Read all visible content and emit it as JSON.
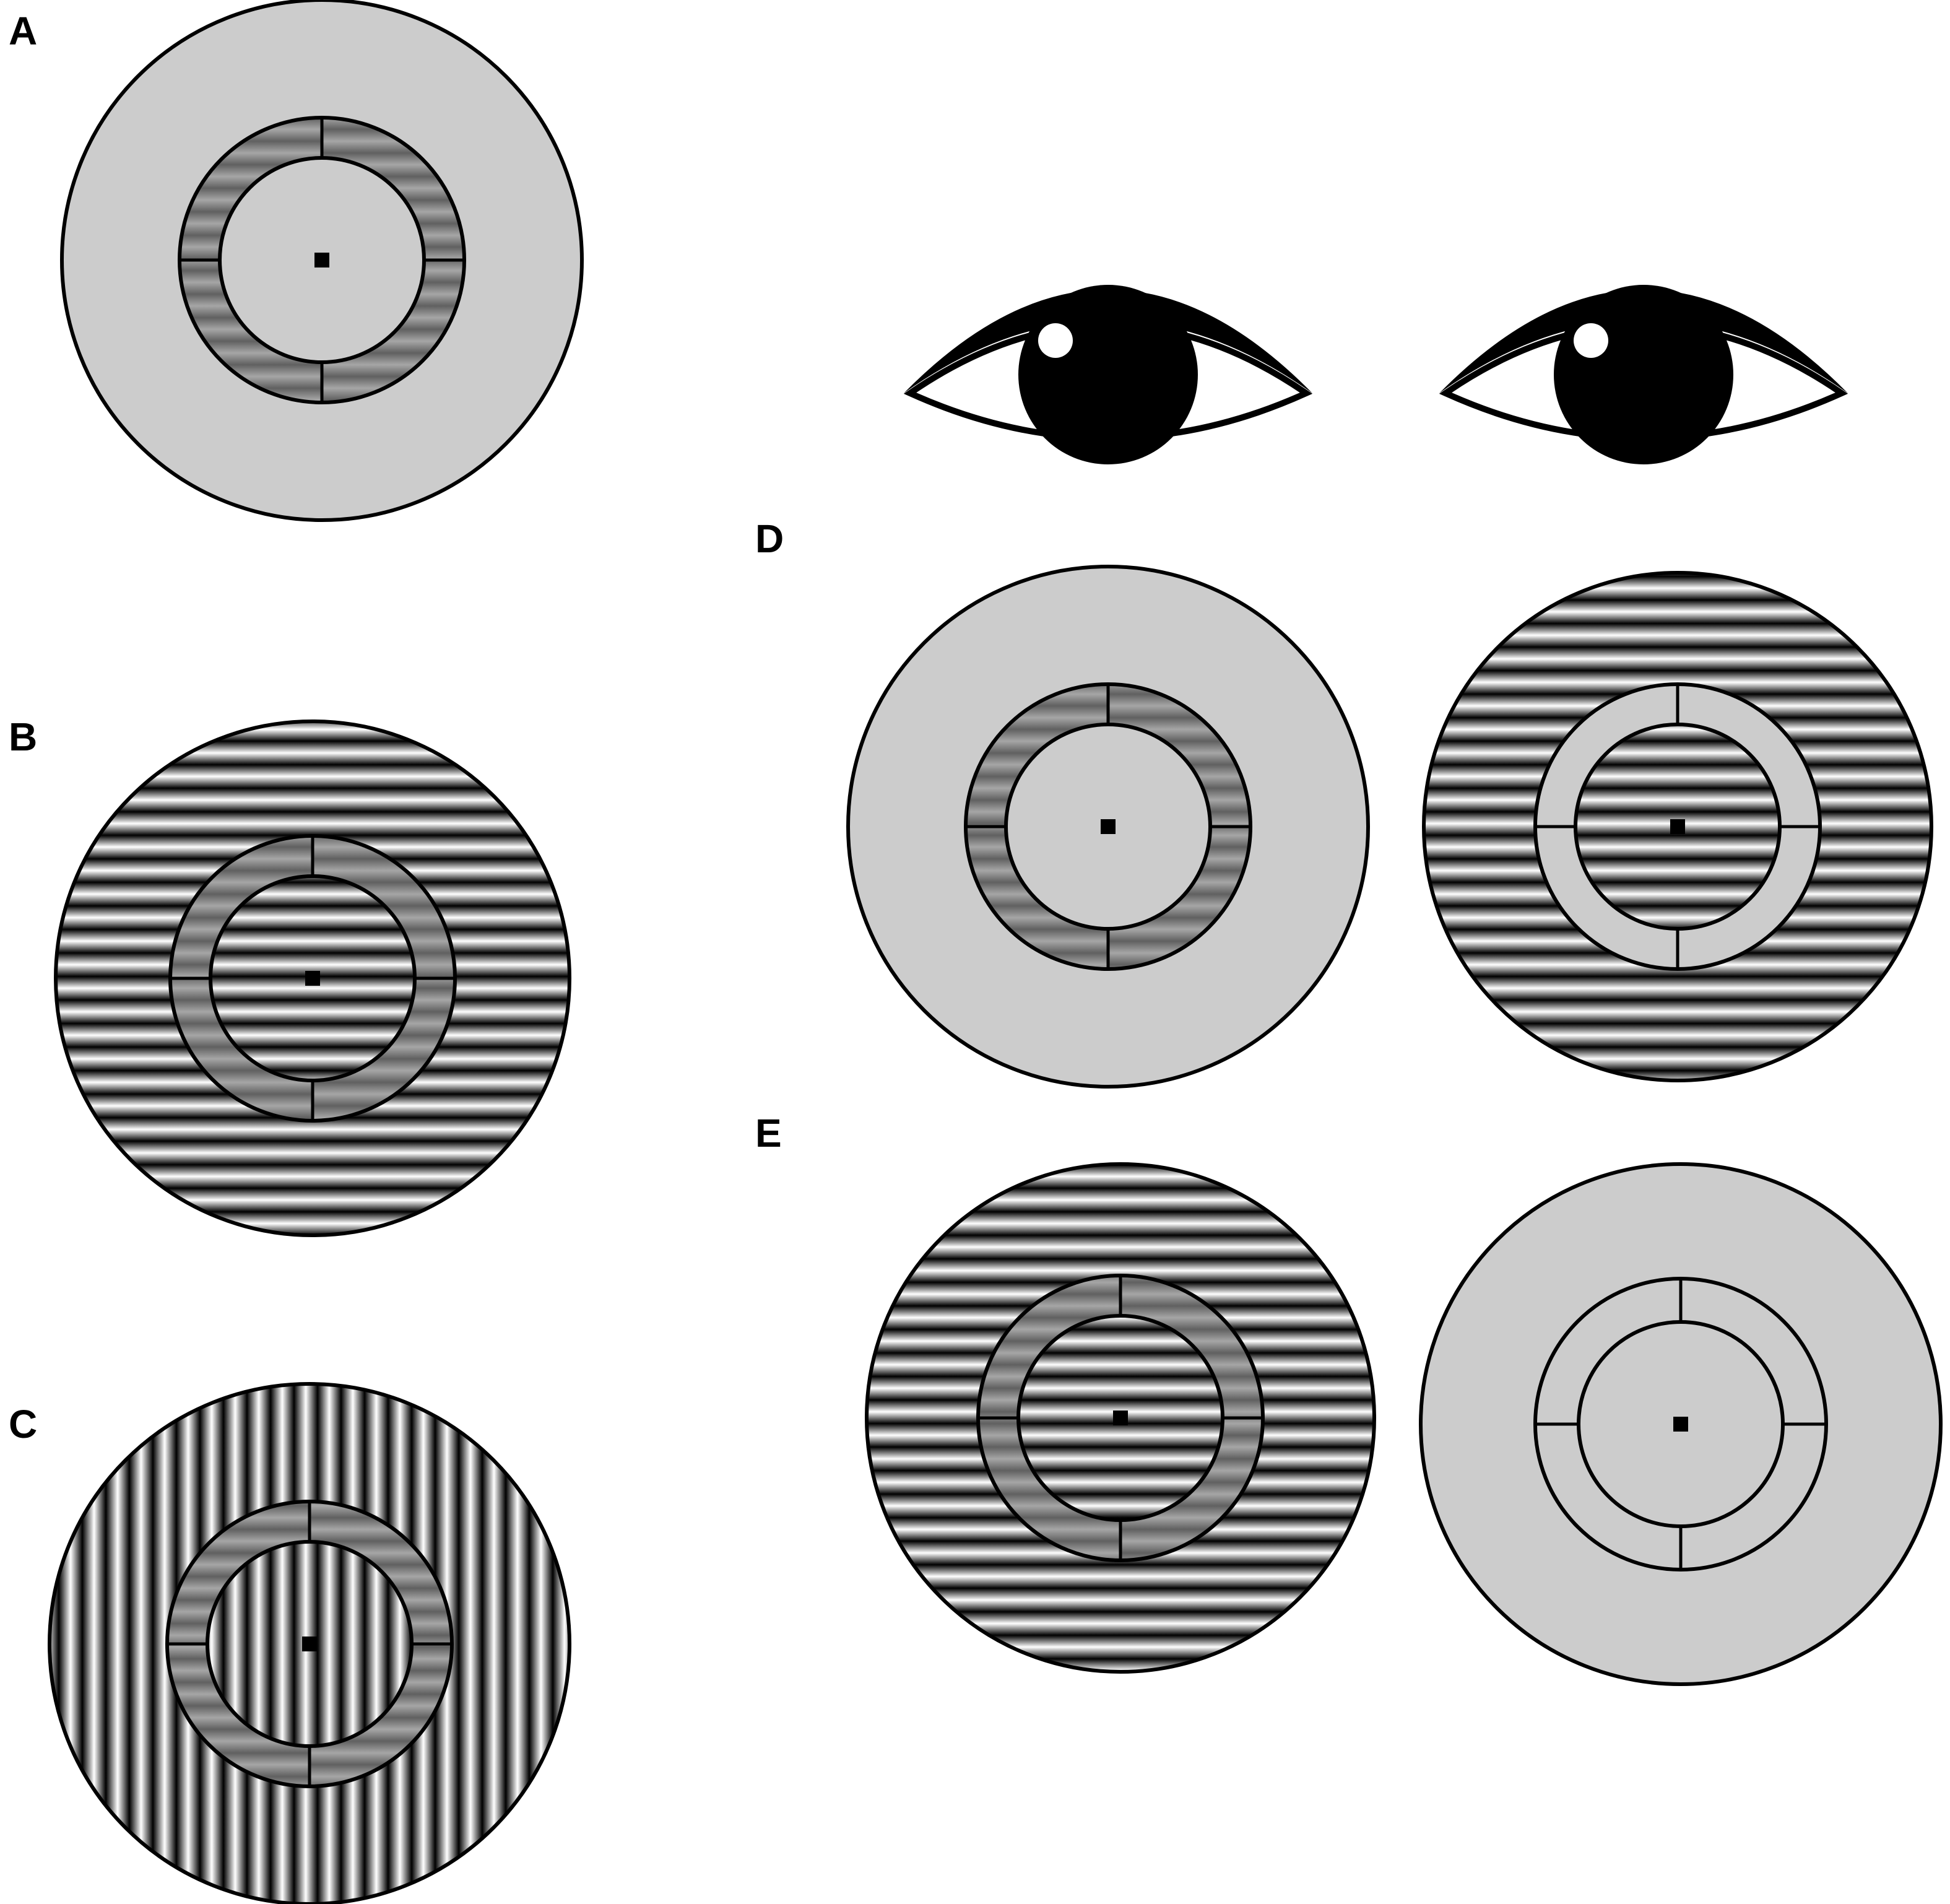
{
  "panels": [
    {
      "label": "A",
      "surround": "gray",
      "annulus": "wedge-gratings",
      "center": "gray",
      "orientation": "horizontal"
    },
    {
      "label": "B",
      "surround": "grating",
      "annulus": "wedge-gratings",
      "center": "grating",
      "orientation": "horizontal"
    },
    {
      "label": "C",
      "surround": "grating",
      "annulus": "wedge-gratings",
      "center": "grating",
      "orientation": "vertical"
    },
    {
      "label": "D",
      "left_eye": {
        "surround": "gray",
        "annulus": "wedge-gratings",
        "center": "gray"
      },
      "right_eye": {
        "surround": "grating",
        "annulus": "gray",
        "center": "grating"
      }
    },
    {
      "label": "E",
      "left_eye": {
        "surround": "grating",
        "annulus": "wedge-gratings",
        "center": "grating"
      },
      "right_eye": {
        "surround": "gray",
        "annulus": "gray",
        "center": "gray"
      }
    }
  ],
  "icons": [
    "left-eye-icon",
    "right-eye-icon"
  ],
  "colors": {
    "gray": "#cccccc",
    "outline": "#000000",
    "background": "#ffffff"
  }
}
